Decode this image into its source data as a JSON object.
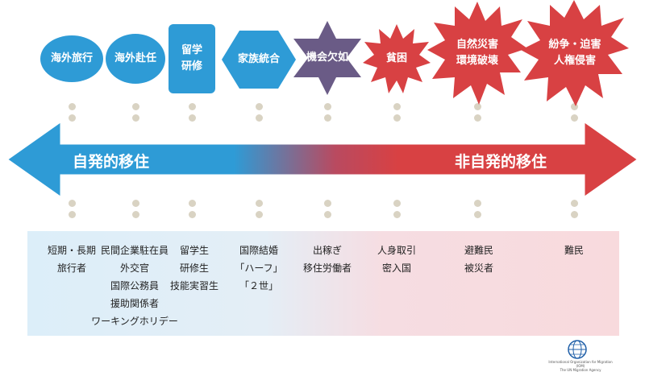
{
  "categories": [
    {
      "label": "海外旅行",
      "shape": "circle",
      "color": "#2e9bd6"
    },
    {
      "label": "海外赴任",
      "shape": "circle",
      "color": "#2e9bd6"
    },
    {
      "label": "留学\n研修",
      "shape": "rounded-rect",
      "color": "#2e9bd6"
    },
    {
      "label": "家族統合",
      "shape": "hexagon",
      "color": "#2e9bd6"
    },
    {
      "label": "機会欠如",
      "shape": "star-6",
      "color": "#6a5b86"
    },
    {
      "label": "貧困",
      "shape": "star-burst",
      "color": "#d84143"
    },
    {
      "label": "自然災害\n環境破壊",
      "shape": "star-burst",
      "color": "#d84143"
    },
    {
      "label": "紛争・迫害\n人権侵害",
      "shape": "star-burst",
      "color": "#d84143"
    }
  ],
  "arrow": {
    "left_label": "自発的移住",
    "right_label": "非自発的移住",
    "left_color": "#2e9bd6",
    "right_color": "#d84143"
  },
  "descriptions": [
    [
      "短期・長期",
      "旅行者"
    ],
    [
      "民間企業駐在員",
      "外交官",
      "国際公務員",
      "援助関係者",
      "ワーキングホリデー"
    ],
    [
      "留学生",
      "研修生",
      "技能実習生"
    ],
    [
      "国際結婚",
      "「ハーフ」",
      "「２世」"
    ],
    [
      "出稼ぎ",
      "移住労働者"
    ],
    [
      "人身取引",
      "密入国"
    ],
    [
      "避難民",
      "被災者"
    ],
    [
      "難民"
    ]
  ],
  "footer": {
    "logo_icon": "iom-globe-icon",
    "org_name": "International Organization for Migration (IOM)",
    "tagline": "The UN Migration Agency"
  }
}
